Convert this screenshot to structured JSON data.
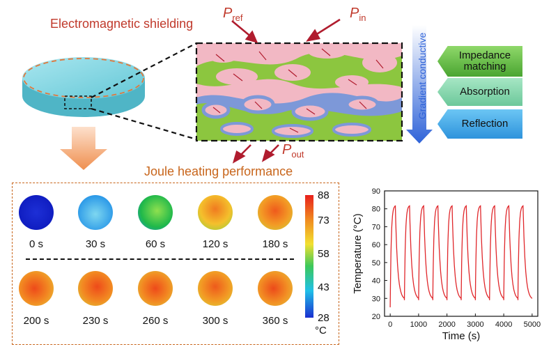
{
  "top": {
    "title": "Electromagnetic shielding",
    "p_ref": "P",
    "p_ref_sub": "ref",
    "p_in": "P",
    "p_in_sub": "in",
    "p_out": "P",
    "p_out_sub": "out",
    "gradient_label": "Gradient conductive",
    "mechanisms": [
      {
        "label": "Impedance matching",
        "color": "#5fbf3f"
      },
      {
        "label": "Absorption",
        "color": "#7fd3a0"
      },
      {
        "label": "Reflection",
        "color": "#3aa4e3"
      }
    ]
  },
  "joule": {
    "title": "Joule heating performance",
    "row1": [
      "0 s",
      "30 s",
      "60 s",
      "120 s",
      "180 s"
    ],
    "row2": [
      "200 s",
      "230 s",
      "260 s",
      "300 s",
      "360 s"
    ],
    "colorbar": {
      "ticks": [
        "88",
        "73",
        "58",
        "43",
        "28"
      ],
      "unit": "°C"
    }
  },
  "chart_data": {
    "type": "line",
    "xlabel": "Time (s)",
    "ylabel": "Temperature (°C)",
    "xlim": [
      -200,
      5200
    ],
    "ylim": [
      20,
      90
    ],
    "xticks": [
      0,
      1000,
      2000,
      3000,
      4000,
      5000
    ],
    "yticks": [
      20,
      30,
      40,
      50,
      60,
      70,
      80,
      90
    ],
    "cycles": 10,
    "cycle_period_s": 500,
    "min_temp": 29,
    "max_temp": 82,
    "start_temp": 25,
    "color": "#e0262a"
  }
}
